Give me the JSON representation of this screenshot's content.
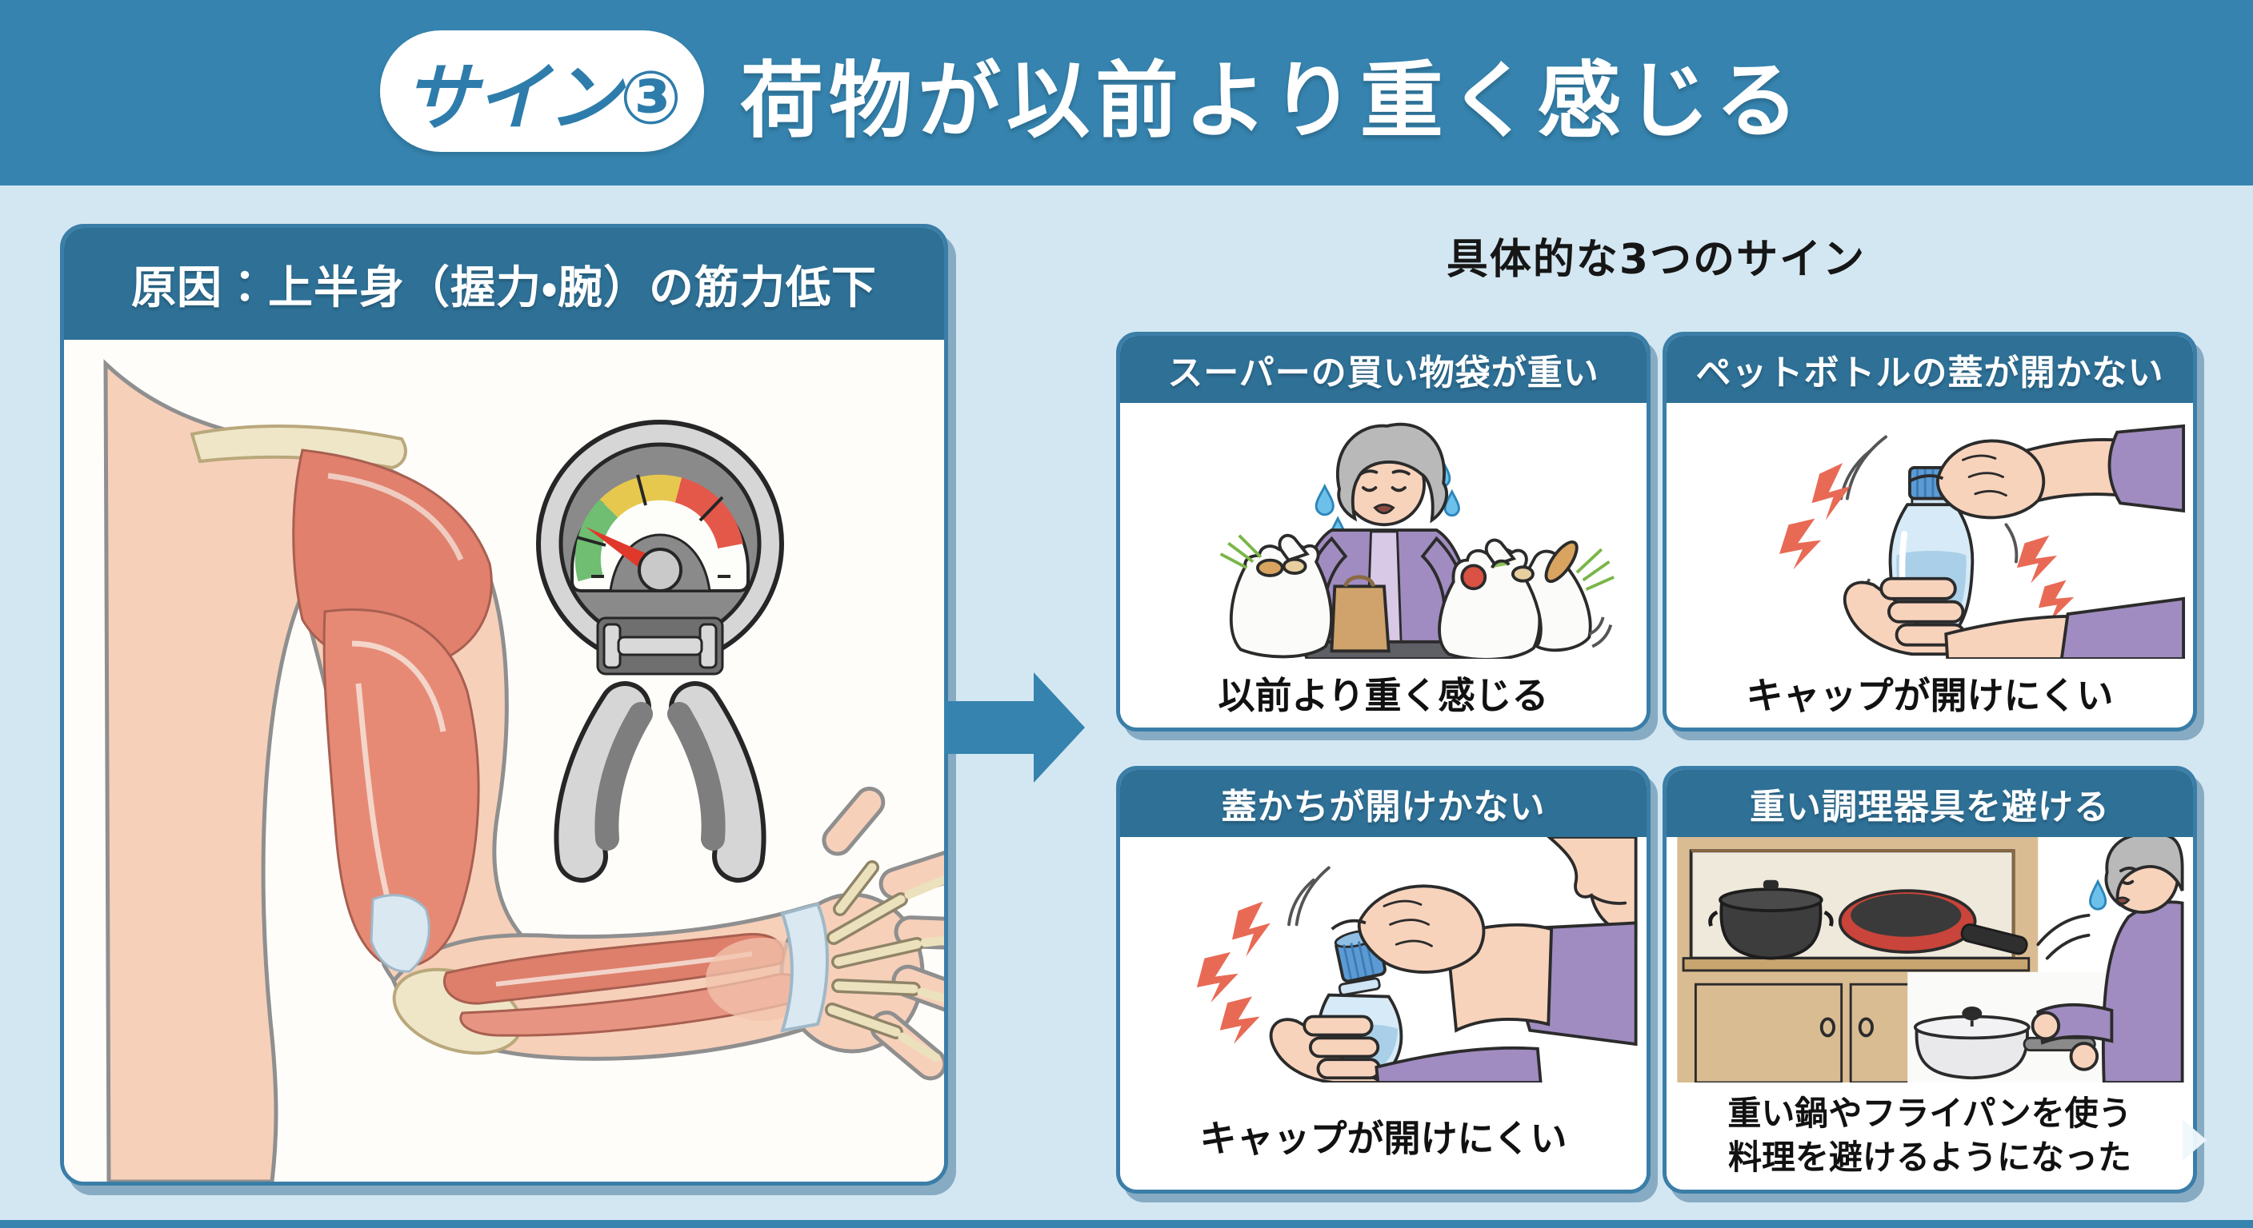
{
  "header": {
    "badge_label": "サイン③",
    "title": "荷物が以前より重く感じる"
  },
  "cause_panel": {
    "header": "原因：上半身（握力・腕）の筋力低下",
    "illustrations": [
      "arm-muscle-anatomy-illustration",
      "hand-grip-dynamometer-icon"
    ]
  },
  "signs": {
    "section_title": "具体的な3つのサイン",
    "cards": [
      {
        "header": "スーパーの買い物袋が重い",
        "caption": "以前より重く感じる",
        "illustration": "elderly-woman-heavy-shopping-bags-illustration"
      },
      {
        "header": "ペットボトルの蓋が開かない",
        "caption": "キャップが開けにくい",
        "illustration": "hands-struggling-bottle-cap-illustration"
      },
      {
        "header": "蓋かちが開けかない",
        "caption": "キャップが開けにくい",
        "illustration": "elderly-person-bottle-cap-illustration"
      },
      {
        "header": "重い調理器具を避ける",
        "caption_line1": "重い鍋やフライパンを使う",
        "caption_line2": "料理を避けるようになった",
        "illustration": "elderly-woman-avoiding-heavy-cookware-illustration"
      }
    ]
  },
  "colors": {
    "banner_blue": "#3583ae",
    "panel_header_blue": "#2e7096",
    "card_border_blue": "#3a7ea8",
    "background_blue": "#d3e7f2",
    "arrow_blue": "#3583ae",
    "text_dark": "#161616",
    "gauge_green": "#6fbe72",
    "gauge_yellow": "#e6c84e",
    "gauge_red": "#e4584a",
    "needle_red": "#e0392b",
    "strain_bolt_red": "#e86a55",
    "clothing_purple": "#a08cc0",
    "skin_tone": "#f8d3bc"
  }
}
